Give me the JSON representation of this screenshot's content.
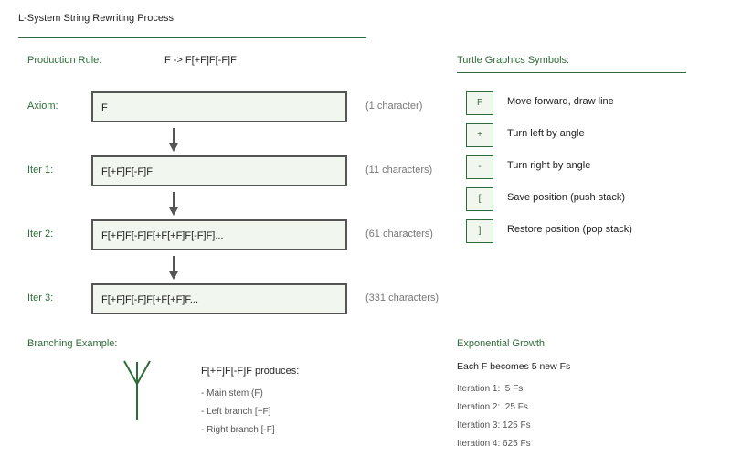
{
  "title": "L-System String Rewriting Process",
  "production": {
    "label": "Production Rule:",
    "value": "F -> F[+F]F[-F]F"
  },
  "iterations": [
    {
      "label": "Axiom:",
      "string": "F",
      "count": "(1 character)"
    },
    {
      "label": "Iter 1:",
      "string": "F[+F]F[-F]F",
      "count": "(11 characters)"
    },
    {
      "label": "Iter 2:",
      "string": "F[+F]F[-F]F[+F[+F]F[-F]F]...",
      "count": "(61 characters)"
    },
    {
      "label": "Iter 3:",
      "string": "F[+F]F[-F]F[+F[+F]F...",
      "count": "(331 characters)"
    }
  ],
  "legend": {
    "title": "Turtle Graphics Symbols:",
    "items": [
      {
        "symbol": "F",
        "desc": "Move forward, draw line"
      },
      {
        "symbol": "+",
        "desc": "Turn left by angle"
      },
      {
        "symbol": "-",
        "desc": "Turn right by angle"
      },
      {
        "symbol": "[",
        "desc": "Save position (push stack)"
      },
      {
        "symbol": "]",
        "desc": "Restore position (pop stack)"
      }
    ]
  },
  "branching": {
    "title": "Branching Example:",
    "heading": "F[+F]F[-F]F produces:",
    "lines": [
      "- Main stem (F)",
      "- Left branch [+F]",
      "- Right branch [-F]"
    ]
  },
  "growth": {
    "title": "Exponential Growth:",
    "heading": "Each F becomes 5 new Fs",
    "lines": [
      "Iteration 1:  5 Fs",
      "Iteration 2:  25 Fs",
      "Iteration 3: 125 Fs",
      "Iteration 4: 625 Fs"
    ]
  },
  "colors": {
    "accent": "#2e6b3a",
    "box_fill": "#f1f6ee",
    "box_border": "#555555"
  }
}
